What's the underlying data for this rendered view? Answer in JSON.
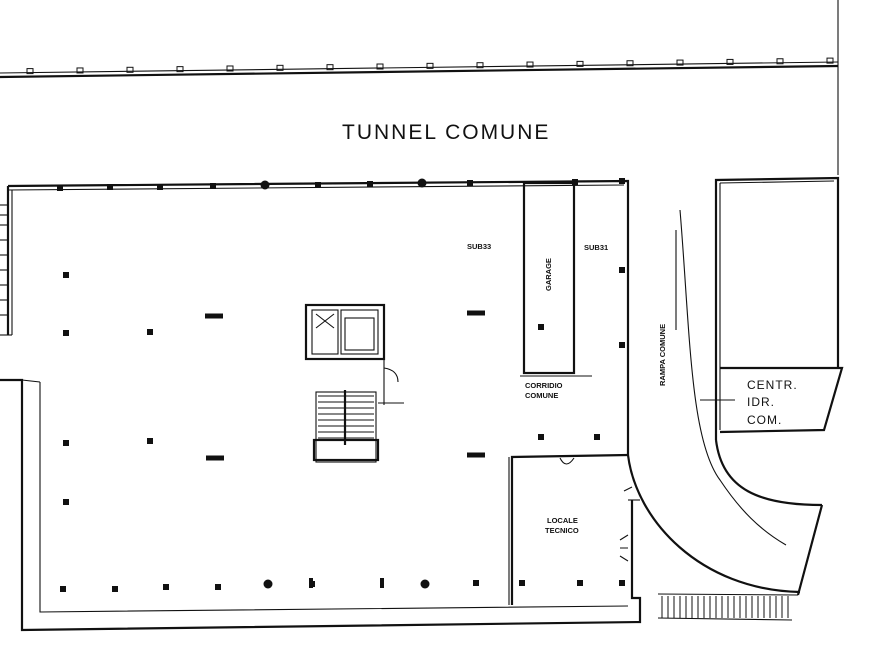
{
  "labels": {
    "tunnel": "TUNNEL COMUNE",
    "sub33": "SUB33",
    "sub31": "SUB31",
    "garage": "GARAGE",
    "corridoio_1": "CORRIDIO",
    "corridoio_2": "COMUNE",
    "rampa": "RAMPA COMUNE",
    "locale_1": "LOCALE",
    "locale_2": "TECNICO",
    "centr_1": "CENTR.",
    "centr_2": "IDR.",
    "centr_3": "COM."
  }
}
